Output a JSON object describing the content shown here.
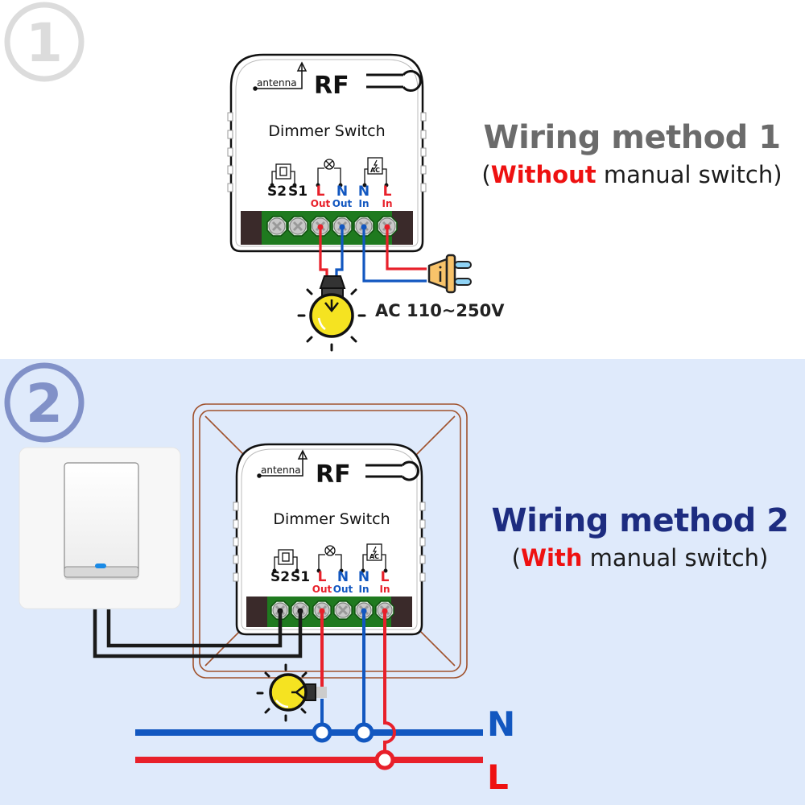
{
  "colors": {
    "live": "#e8202a",
    "neutral": "#1257c0",
    "switch_wire": "#1a1a1a",
    "terminal_block": "#1f7a1f",
    "box_outline": "#a0522d",
    "section2_background": "#dfeafb",
    "title1": "#6b6b6b",
    "title2": "#1d2c80"
  },
  "method1": {
    "badge_number": "1",
    "title": "Wiring method 1",
    "subtitle_open": "(",
    "subtitle_emphasis": "Without",
    "subtitle_rest": " manual switch)",
    "voltage_label": "AC 110~250V",
    "device": {
      "antenna_label": "antenna",
      "rf_label": "RF",
      "name": "Dimmer Switch"
    }
  },
  "method2": {
    "badge_number": "2",
    "title": "Wiring method 2",
    "subtitle_open": "(",
    "subtitle_emphasis": "With",
    "subtitle_rest": " manual switch)",
    "bus_labels": {
      "neutral": "N",
      "live": "L"
    },
    "device": {
      "antenna_label": "antenna",
      "rf_label": "RF",
      "name": "Dimmer Switch"
    }
  },
  "terminals": [
    {
      "top": "S2",
      "bottom": "",
      "color": "#111111"
    },
    {
      "top": "S1",
      "bottom": "",
      "color": "#111111"
    },
    {
      "top": "L",
      "bottom": "Out",
      "color": "#e8202a"
    },
    {
      "top": "N",
      "bottom": "Out",
      "color": "#1257c0"
    },
    {
      "top": "N",
      "bottom": "In",
      "color": "#1257c0"
    },
    {
      "top": "L",
      "bottom": "In",
      "color": "#e8202a"
    }
  ],
  "symbols": {
    "ac_source_label": "AC"
  }
}
